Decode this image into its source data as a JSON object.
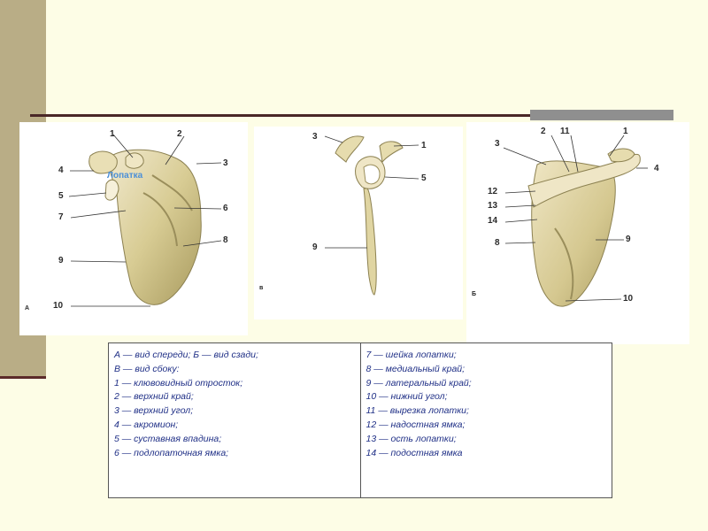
{
  "figure": {
    "panel_a": {
      "letter": "А",
      "overlay_text": "Лопатка",
      "labels": [
        "1",
        "2",
        "3",
        "4",
        "5",
        "6",
        "7",
        "8",
        "9",
        "10"
      ]
    },
    "panel_v": {
      "letter": "в",
      "labels": [
        "3",
        "1",
        "5",
        "9"
      ]
    },
    "panel_b": {
      "letter": "Б",
      "labels": [
        "2",
        "11",
        "1",
        "3",
        "4",
        "12",
        "13",
        "14",
        "8",
        "9",
        "10"
      ]
    }
  },
  "legend": {
    "left": [
      "А — вид спереди; Б — вид сзади;",
      "В — вид сбоку:",
      "1 — клювовидный отросток;",
      "2 — верхний край;",
      "3 — верхний угол;",
      "4 — акромион;",
      "5 — суставная впадина;",
      "6 — подлопаточная ямка;"
    ],
    "right": [
      "7 — шейка лопатки;",
      "8 — медиальный край;",
      "9 — латеральный край;",
      "10 — нижний угол;",
      "11 — вырезка лопатки;",
      "12 — надостная ямка;",
      "13 — ость лопатки;",
      "14 — подостная ямка"
    ]
  },
  "colors": {
    "background": "#fdfde6",
    "sidebar": "#b9ad86",
    "rule": "#4a2727",
    "bone_fill": "#e6dcae",
    "bone_shadow": "#b5aa73",
    "legend_text": "#1f2f86",
    "overlay_text": "#4b8fd8"
  }
}
